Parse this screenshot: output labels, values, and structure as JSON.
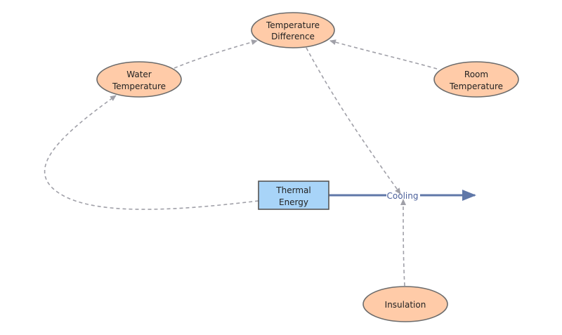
{
  "diagram": {
    "colors": {
      "variable_fill": "#ffcba8",
      "variable_stroke": "#6b6b6b",
      "stock_fill": "#a8d4f8",
      "stock_stroke": "#555555",
      "link": "#a0a0a8",
      "flow": "#5f77a8",
      "flow_label": "#4a5f9a",
      "text": "#222222"
    },
    "nodes": {
      "temperature_difference": {
        "line1": "Temperature",
        "line2": "Difference"
      },
      "water_temperature": {
        "line1": "Water",
        "line2": "Temperature"
      },
      "room_temperature": {
        "line1": "Room",
        "line2": "Temperature"
      },
      "thermal_energy": {
        "line1": "Thermal",
        "line2": "Energy"
      },
      "insulation": {
        "label": "Insulation"
      }
    },
    "flows": {
      "cooling": {
        "label": "Cooling"
      }
    }
  }
}
